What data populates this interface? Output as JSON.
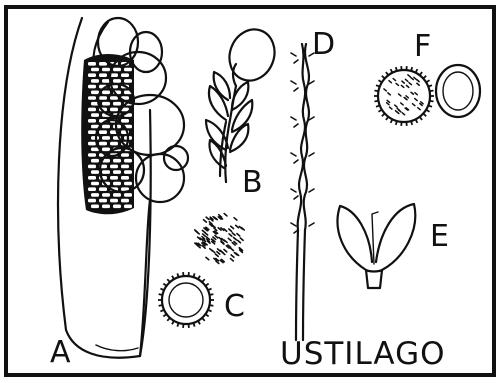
{
  "figure": {
    "title": "USTILAGO",
    "panel_labels": {
      "a": "A",
      "b": "B",
      "c": "C",
      "d": "D",
      "e": "E",
      "f": "F"
    },
    "ink_color": "#111111",
    "background_color": "#ffffff"
  }
}
